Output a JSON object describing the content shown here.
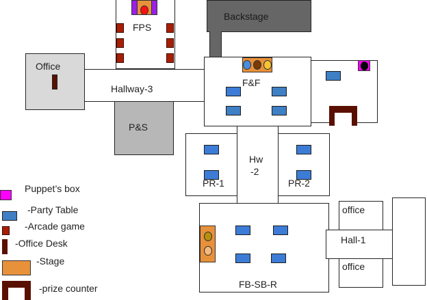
{
  "map": {
    "rooms": {
      "fps": "FPS",
      "backstage": "Backstage",
      "office_main": "Office",
      "hallway_3": "Hallway-3",
      "ps": "P&S",
      "ff": "F&F",
      "hw2_line1": "Hw",
      "hw2_line2": "-2",
      "pr1": "PR-1",
      "pr2": "PR-2",
      "fbsbr": "FB-SB-R",
      "office_top": "office",
      "office_bottom": "office",
      "hall_1": "Hall-1"
    },
    "colors": {
      "party_table": "#3d7cd6",
      "arcade_game": "#a81e05",
      "office_desk": "#5a1000",
      "stage": "#e8913b",
      "prize_counter": "#5a1000",
      "puppet_box": "#ff00ff",
      "backstage": "#666666",
      "office_room": "#d9d9d9",
      "ps_room": "#b7b7b7",
      "fps_curtain": "#9b1fe8"
    }
  },
  "legend": {
    "items": [
      {
        "icon": "puppet-box",
        "label": "Puppet’s box"
      },
      {
        "icon": "party-table",
        "label": "-Party Table"
      },
      {
        "icon": "arcade-game",
        "label": "-Arcade game"
      },
      {
        "icon": "office-desk",
        "label": "-Office Desk"
      },
      {
        "icon": "stage",
        "label": "-Stage"
      },
      {
        "icon": "prize-counter",
        "label": "-prize counter"
      }
    ]
  }
}
